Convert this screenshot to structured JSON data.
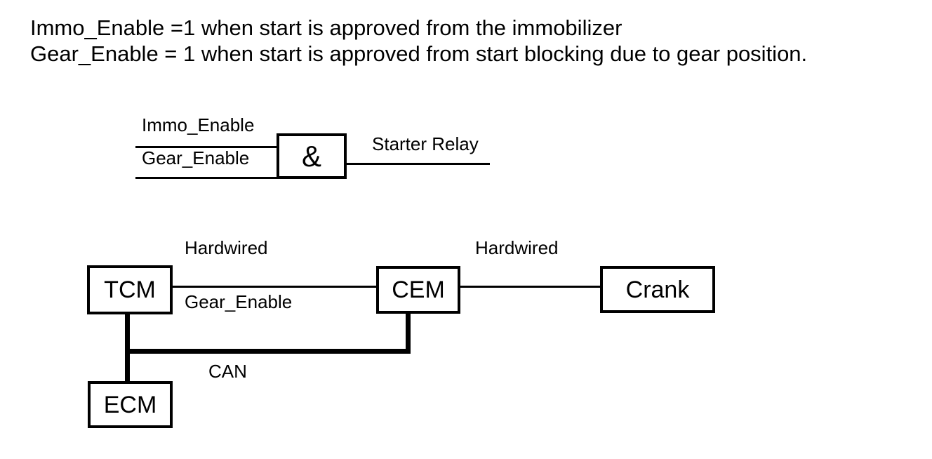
{
  "page": {
    "background": "#ffffff",
    "ink": "#000000"
  },
  "header": {
    "line1": "Immo_Enable =1 when start is approved from the immobilizer",
    "line2": "Gear_Enable = 1 when start is approved from start blocking due to gear position."
  },
  "logic_diagram": {
    "input1_label": "Immo_Enable",
    "input2_label": "Gear_Enable",
    "gate_symbol": "&",
    "output_label": "Starter Relay"
  },
  "block_diagram": {
    "boxes": {
      "tcm": "TCM",
      "cem": "CEM",
      "crank": "Crank",
      "ecm": "ECM"
    },
    "labels": {
      "hardwired_left": "Hardwired",
      "hardwired_right": "Hardwired",
      "gear_enable": "Gear_Enable",
      "can": "CAN"
    }
  }
}
